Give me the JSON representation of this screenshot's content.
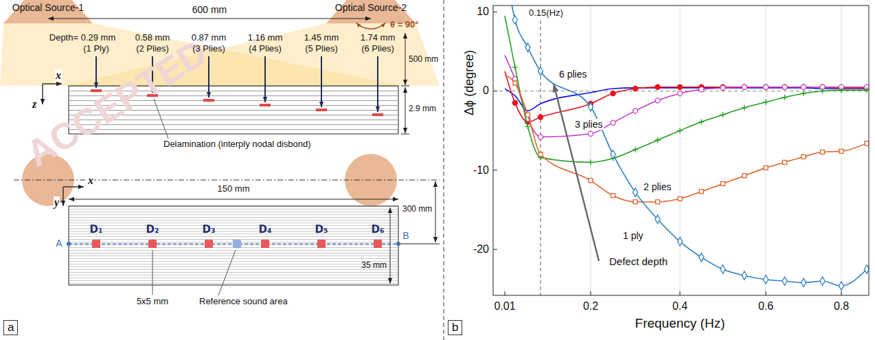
{
  "diagram": {
    "nodes": [
      {
        "text": [
          "a"
        ]
      },
      {
        "text": [
          "b"
        ]
      }
    ],
    "labels": [
      "ACCEPTED",
      "Optical Source-1",
      "600 mm",
      "Optical Source-2",
      "θ = 90°",
      "Depth= 0.29 mm",
      "(1 Ply)",
      "0.58 mm",
      "(2 Plies)",
      "0.87 mm",
      "(3 Plies)",
      "1.16 mm",
      "(4 Plies)",
      "1.45 mm",
      "(5 Plies)",
      "1.74 mm",
      "(6 Plies)",
      "500 mm",
      "x",
      "z",
      "2.9 mm",
      "Delamination (interply nodal disbond)",
      "x",
      "y",
      "150 mm",
      "300 mm",
      "D₁",
      "D₂",
      "D₃",
      "D₄",
      "D₅",
      "D₆",
      "A",
      "B",
      "35 mm",
      "5x5 mm",
      "Reference sound area",
      "0.15(Hz)",
      "10",
      "0",
      "-10",
      "-20",
      "Δϕ (degree)",
      "0.01",
      "0.2",
      "0.4",
      "0.6",
      "0.8",
      "Frequency (Hz)",
      "6 plies",
      "3 plies",
      "2 plies",
      "1 ply",
      "Defect depth"
    ]
  }
}
